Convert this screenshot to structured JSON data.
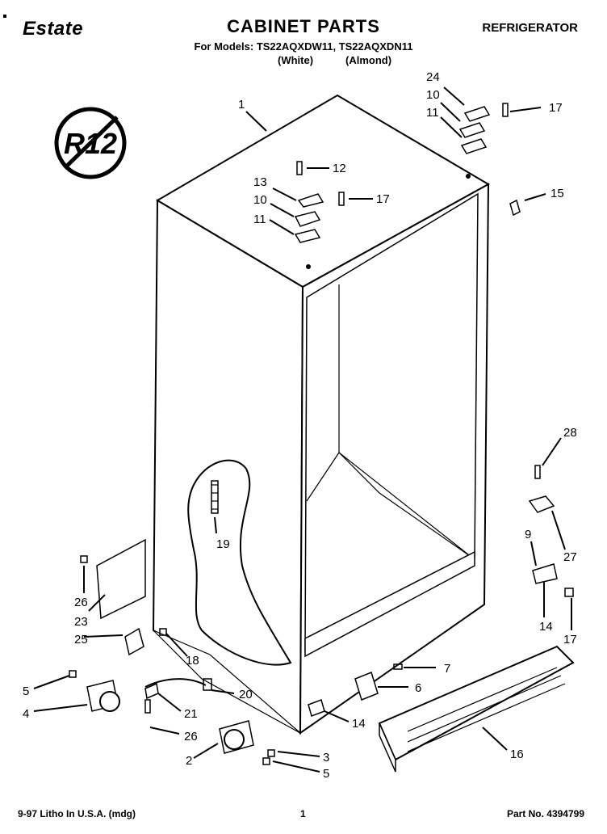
{
  "header": {
    "brand": "Estate",
    "title": "CABINET PARTS",
    "category": "REFRIGERATOR",
    "models": "For Models: TS22AQXDW11, TS22AQXDN11",
    "color_white": "(White)",
    "color_almond": "(Almond)"
  },
  "badge": {
    "text": "R12"
  },
  "callouts": {
    "c1": "1",
    "c24": "24",
    "c10a": "10",
    "c11a": "11",
    "c17a": "17",
    "c12": "12",
    "c13": "13",
    "c10b": "10",
    "c17b": "17",
    "c11b": "11",
    "c15": "15",
    "c28": "28",
    "c19": "19",
    "c9": "9",
    "c27": "27",
    "c26a": "26",
    "c23": "23",
    "c25": "25",
    "c18": "18",
    "c14a": "14",
    "c17c": "17",
    "c7": "7",
    "c6": "6",
    "c5a": "5",
    "c4": "4",
    "c20": "20",
    "c21": "21",
    "c26b": "26",
    "c14b": "14",
    "c16": "16",
    "c2": "2",
    "c3": "3",
    "c5b": "5"
  },
  "footer": {
    "print_info": "9-97 Litho In U.S.A. (mdg)",
    "page_number": "1",
    "part_number": "Part No. 4394799"
  }
}
